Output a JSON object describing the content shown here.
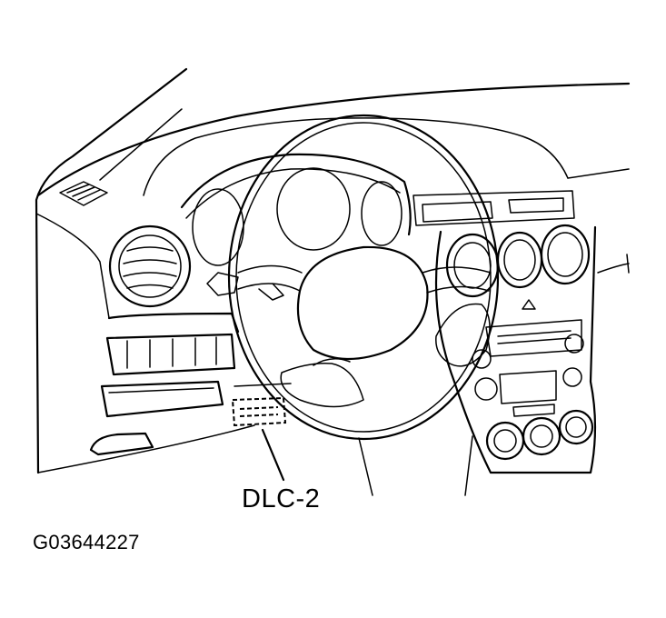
{
  "diagram": {
    "callouts": [
      {
        "id": "dlc",
        "label": "DLC-2"
      }
    ],
    "figure_id": "G03644227"
  }
}
